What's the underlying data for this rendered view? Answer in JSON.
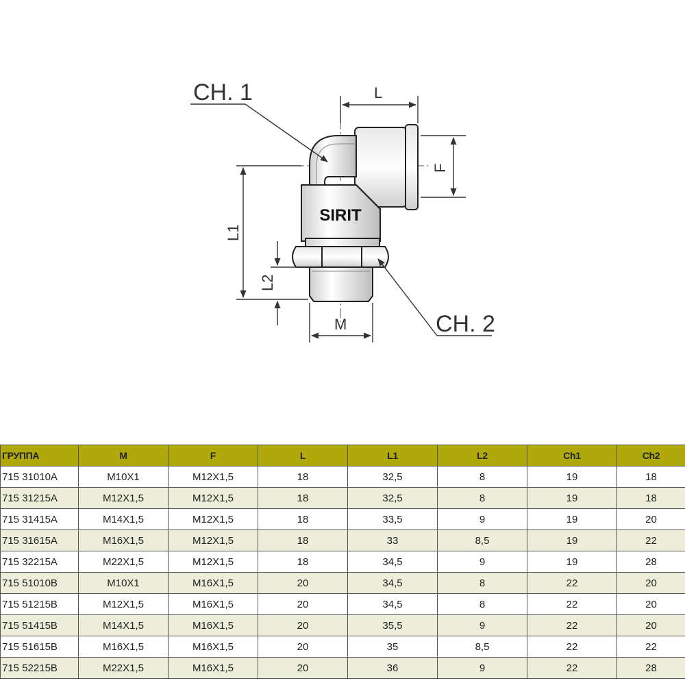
{
  "drawing": {
    "brand": "SIRIT",
    "labels": {
      "ch1": "CH. 1",
      "ch2": "CH. 2",
      "L": "L",
      "F": "F",
      "L1": "L1",
      "L2": "L2",
      "M": "M"
    }
  },
  "table": {
    "headers": [
      "ГРУППА",
      "M",
      "F",
      "L",
      "L1",
      "L2",
      "Ch1",
      "Ch2"
    ],
    "rows": [
      [
        "715 31010A",
        "M10X1",
        "M12X1,5",
        "18",
        "32,5",
        "8",
        "19",
        "18"
      ],
      [
        "715 31215A",
        "M12X1,5",
        "M12X1,5",
        "18",
        "32,5",
        "8",
        "19",
        "18"
      ],
      [
        "715 31415A",
        "M14X1,5",
        "M12X1,5",
        "18",
        "33,5",
        "9",
        "19",
        "20"
      ],
      [
        "715 31615A",
        "M16X1,5",
        "M12X1,5",
        "18",
        "33",
        "8,5",
        "19",
        "22"
      ],
      [
        "715 32215A",
        "M22X1,5",
        "M12X1,5",
        "18",
        "34,5",
        "9",
        "19",
        "28"
      ],
      [
        "715 51010B",
        "M10X1",
        "M16X1,5",
        "20",
        "34,5",
        "8",
        "22",
        "20"
      ],
      [
        "715 51215B",
        "M12X1,5",
        "M16X1,5",
        "20",
        "34,5",
        "8",
        "22",
        "20"
      ],
      [
        "715 51415B",
        "M14X1,5",
        "M16X1,5",
        "20",
        "35,5",
        "9",
        "22",
        "20"
      ],
      [
        "715 51615B",
        "M16X1,5",
        "M16X1,5",
        "20",
        "35",
        "8,5",
        "22",
        "22"
      ],
      [
        "715 52215B",
        "M22X1,5",
        "M16X1,5",
        "20",
        "36",
        "9",
        "22",
        "28"
      ]
    ]
  },
  "colors": {
    "header_bg": "#b0a90b",
    "alt_row_bg": "#eceed9"
  }
}
